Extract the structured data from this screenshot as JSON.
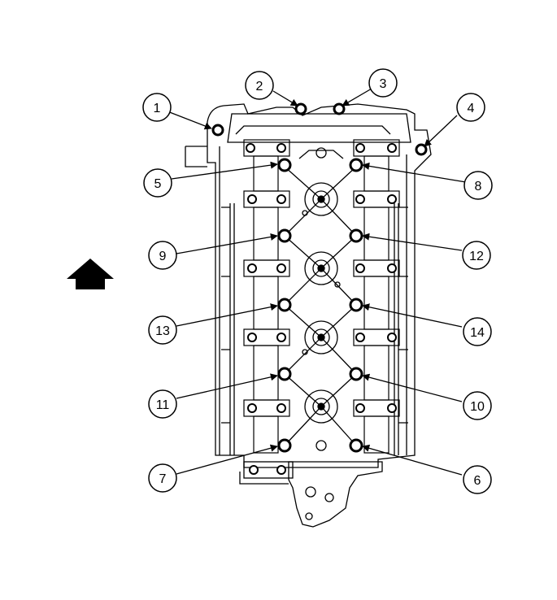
{
  "diagram": {
    "orientation_arrow_icon": "up-arrow-icon",
    "callouts": [
      {
        "label": "1"
      },
      {
        "label": "2"
      },
      {
        "label": "3"
      },
      {
        "label": "4"
      },
      {
        "label": "5"
      },
      {
        "label": "8"
      },
      {
        "label": "9"
      },
      {
        "label": "12"
      },
      {
        "label": "13"
      },
      {
        "label": "14"
      },
      {
        "label": "11"
      },
      {
        "label": "10"
      },
      {
        "label": "7"
      },
      {
        "label": "6"
      }
    ]
  }
}
